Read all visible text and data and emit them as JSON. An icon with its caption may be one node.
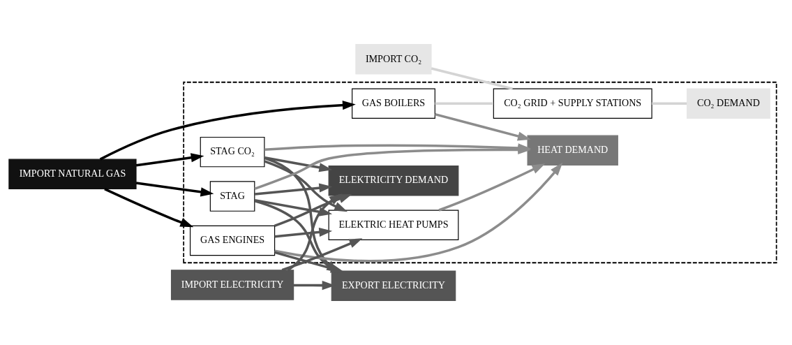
{
  "diagram": {
    "nodes": [
      {
        "text": [],
        "shape": "box"
      },
      {
        "text": [
          "IMPORT NATURAL GAS"
        ]
      },
      {
        "text": [
          "STAG CO₂"
        ],
        "in": 0
      },
      {
        "text": [
          "HEAT DEMAND"
        ],
        "in": 0
      },
      {
        "text": [
          "STAG"
        ],
        "in": 0
      },
      {
        "text": [
          "CO₂ GRID + SUPPLY STATIONS"
        ],
        "in": 0
      },
      {
        "text": [
          "IMPORT CO₂"
        ]
      },
      {
        "text": [
          "GAS ENGINES"
        ],
        "in": 0
      },
      {
        "text": [
          "CO₂ DEMAND"
        ],
        "in": 0
      },
      {
        "text": [
          "GAS BOILERS"
        ],
        "in": 0
      },
      {
        "text": [
          "IMPORT ELECTRICITY"
        ]
      },
      {
        "text": [
          "ELEKTRICITY DEMAND"
        ],
        "in": 0
      },
      {
        "text": [
          "ELEKTRIC HEAT PUMPS"
        ],
        "in": 0
      },
      {
        "text": [
          "EXPORT ELECTRICITY"
        ]
      }
    ],
    "edges": [
      {
        "from": 1,
        "to": 2,
        "arrow": "to",
        "color": "#000000"
      },
      {
        "from": 1,
        "to": 4,
        "arrow": "to",
        "color": "#000000"
      },
      {
        "from": 1,
        "to": 7,
        "arrow": "to",
        "color": "#000000"
      },
      {
        "from": 1,
        "to": 9,
        "arrow": "to",
        "color": "#000000"
      },
      {
        "from": 2,
        "to": 3,
        "arrow": "to",
        "color": "#8c8c8c"
      },
      {
        "from": 4,
        "to": 3,
        "arrow": "to",
        "color": "#8c8c8c"
      },
      {
        "from": 7,
        "to": 3,
        "arrow": "to",
        "color": "#8c8c8c"
      },
      {
        "from": 9,
        "to": 3,
        "arrow": "to",
        "color": "#8c8c8c"
      },
      {
        "from": 12,
        "to": 3,
        "arrow": "to",
        "color": "#8c8c8c"
      },
      {
        "from": 6,
        "to": 5,
        "arrow": "none",
        "color": "#d4d4d4"
      },
      {
        "from": 9,
        "to": 5,
        "arrow": "none",
        "color": "#d4d4d4"
      },
      {
        "from": 5,
        "to": 8,
        "arrow": "none",
        "color": "#d4d4d4"
      },
      {
        "from": 2,
        "to": 11,
        "arrow": "to"
      },
      {
        "from": 4,
        "to": 11,
        "arrow": "to"
      },
      {
        "from": 7,
        "to": 11,
        "arrow": "to"
      },
      {
        "from": 10,
        "to": 11,
        "arrow": "to"
      },
      {
        "from": 2,
        "to": 12,
        "arrow": "to"
      },
      {
        "from": 4,
        "to": 12,
        "arrow": "to"
      },
      {
        "from": 7,
        "to": 12,
        "arrow": "to"
      },
      {
        "from": 10,
        "to": 12,
        "arrow": "to"
      },
      {
        "from": 2,
        "to": 13,
        "arrow": "to"
      },
      {
        "from": 4,
        "to": 13,
        "arrow": "to"
      },
      {
        "from": 7,
        "to": 13,
        "arrow": "to"
      },
      {
        "from": 10,
        "to": 13,
        "arrow": "to"
      }
    ]
  }
}
